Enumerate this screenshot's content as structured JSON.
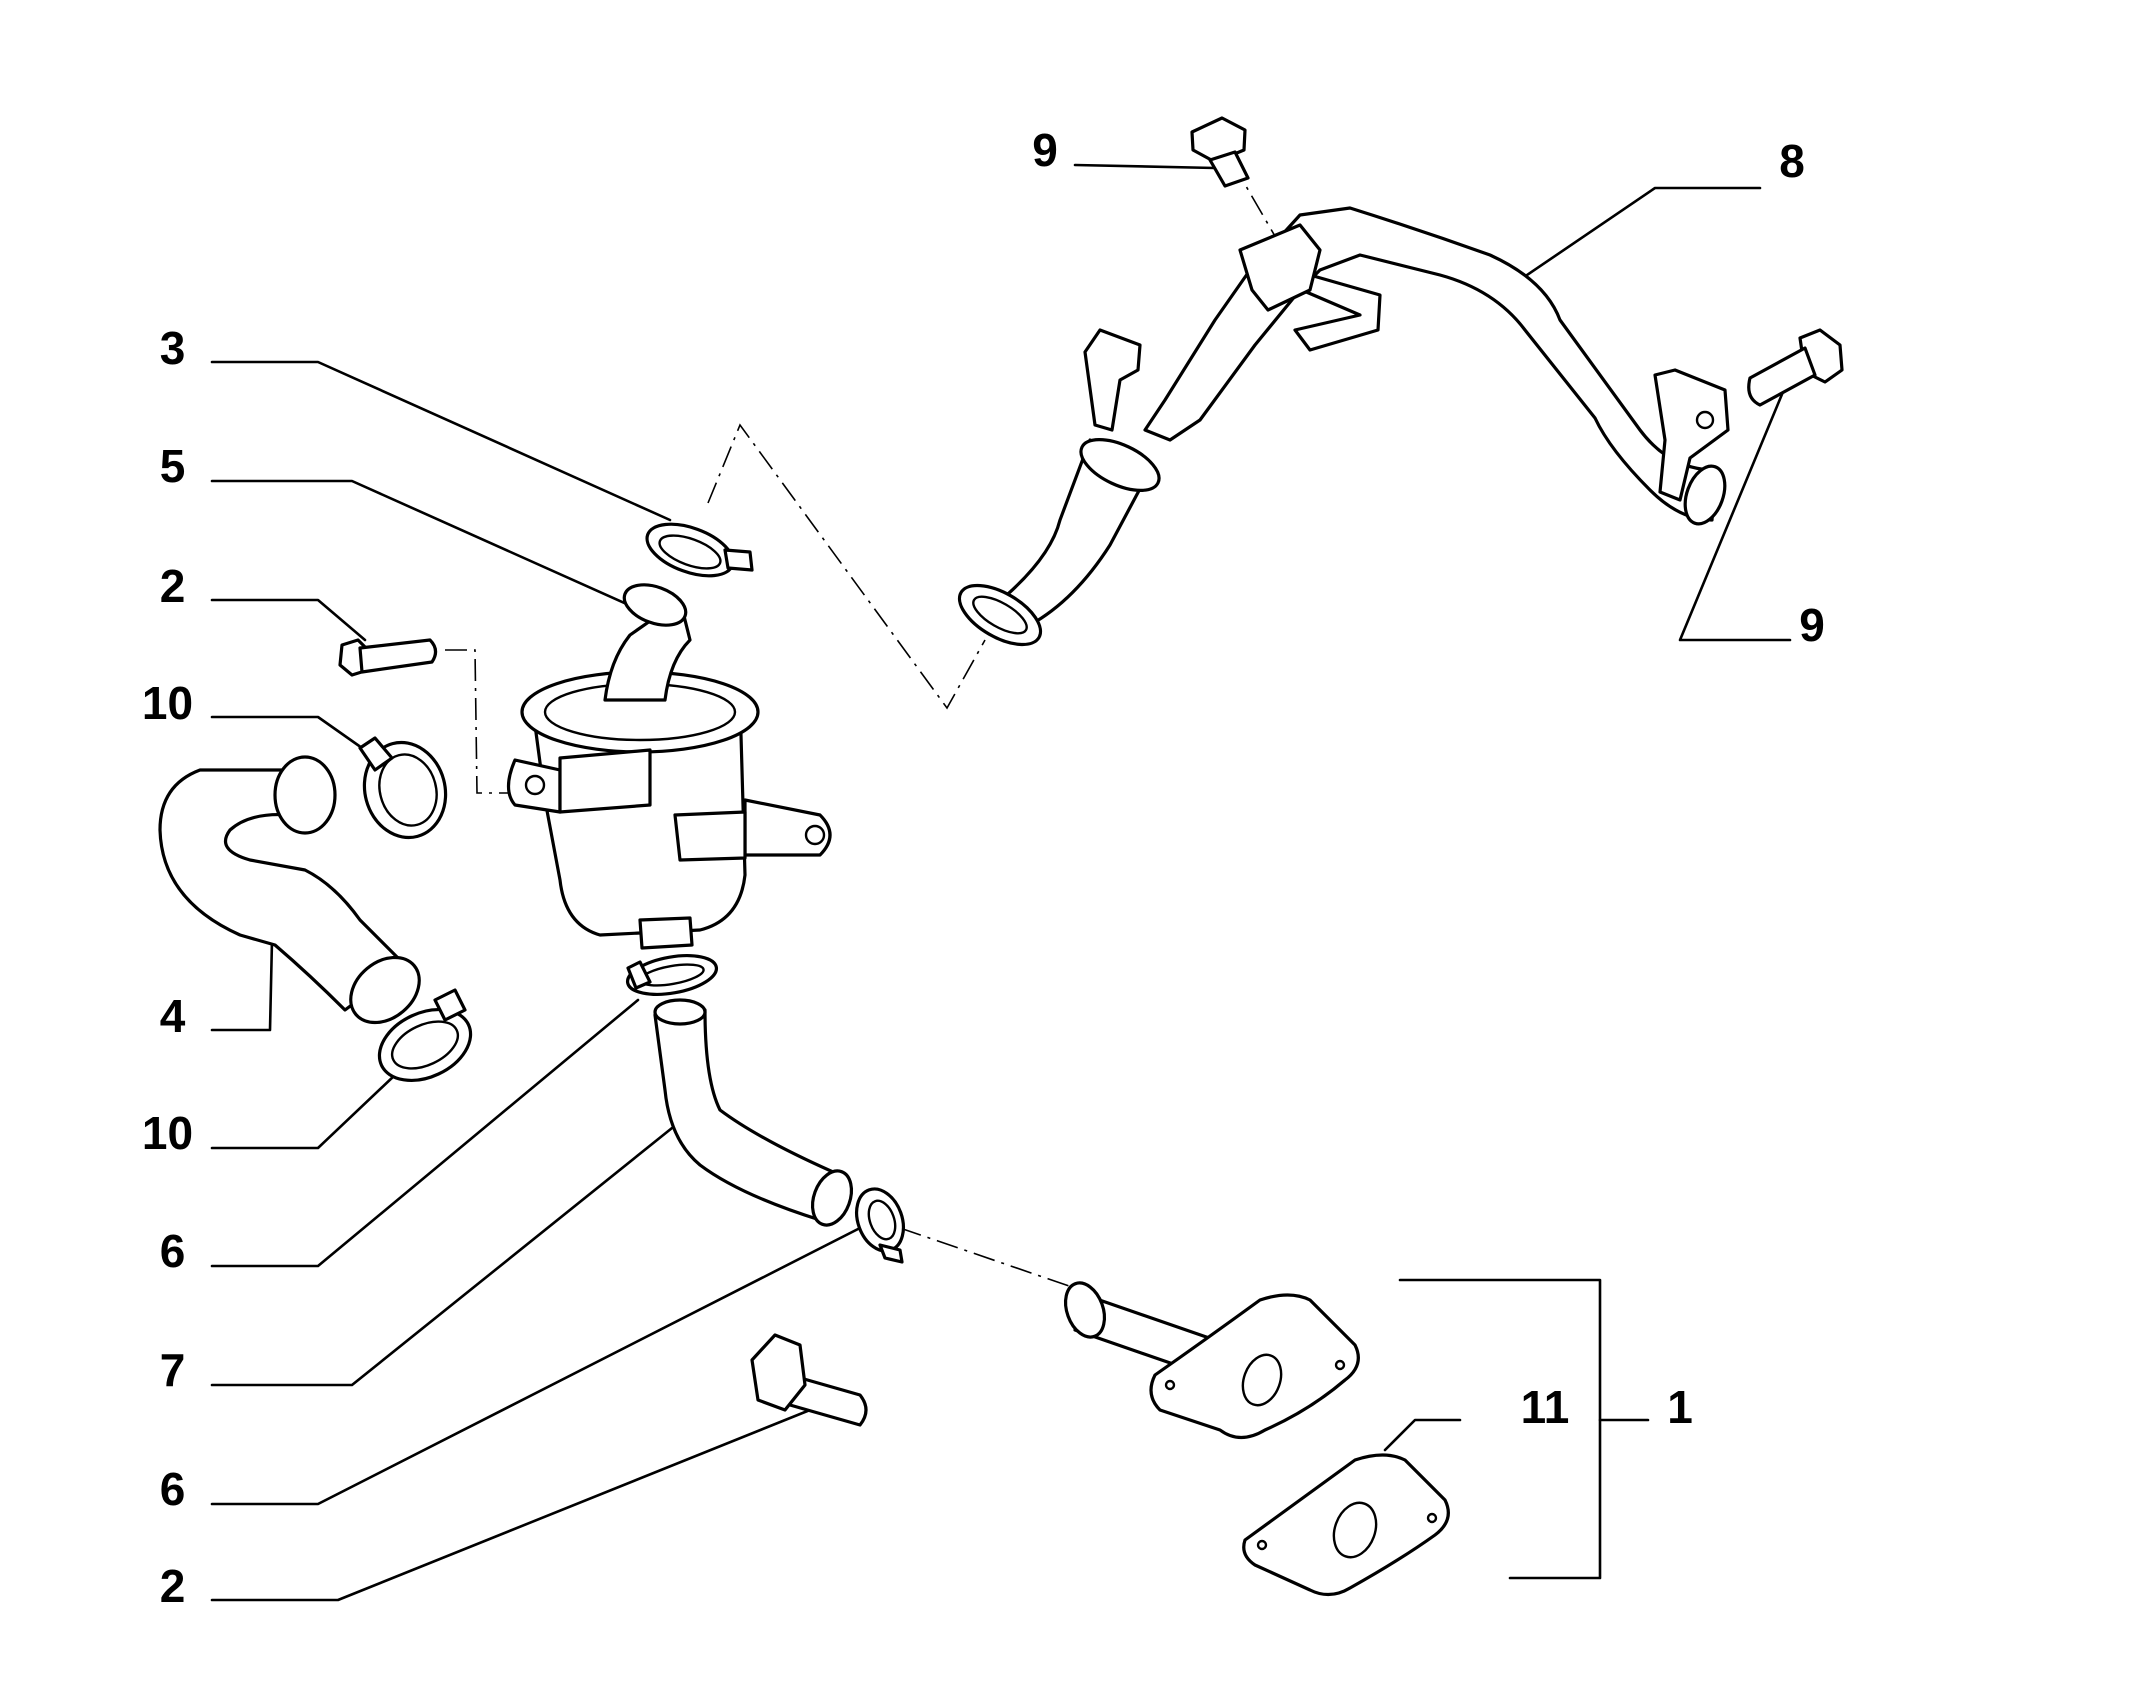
{
  "callouts": {
    "c_9_top": "9",
    "c_8": "8",
    "c_3": "3",
    "c_5": "5",
    "c_2_top": "2",
    "c_10_top": "10",
    "c_9_right": "9",
    "c_4": "4",
    "c_10_bottom": "10",
    "c_6_top": "6",
    "c_7": "7",
    "c_11": "11",
    "c_1": "1",
    "c_6_bottom": "6",
    "c_2_bottom": "2"
  }
}
